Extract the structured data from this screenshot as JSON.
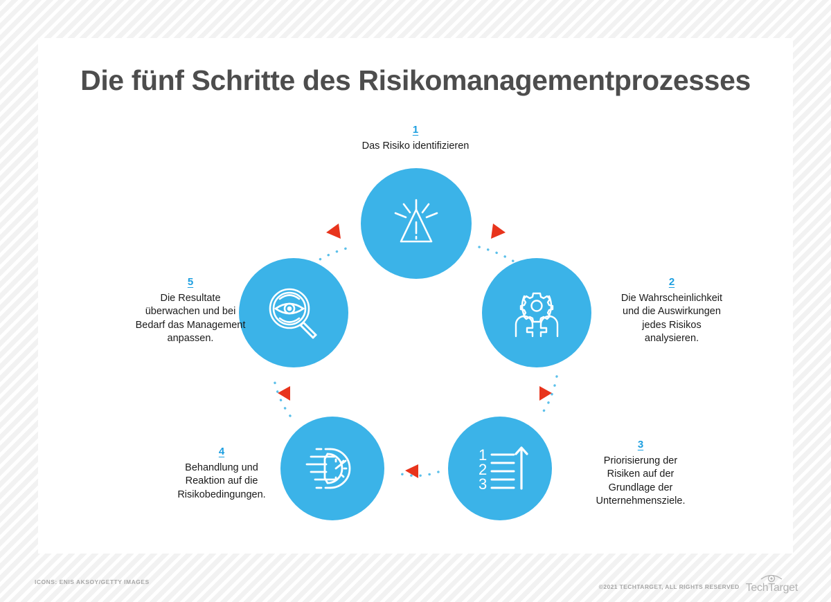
{
  "page": {
    "title": "Die fünf Schritte des Risikomanagementprozesses",
    "background_color": "#f2f2f2",
    "card_color": "#ffffff",
    "accent_color": "#3bb3e8",
    "number_color": "#1b9ee0",
    "arrow_color": "#e8341c",
    "dot_color": "#5cc0ea",
    "title_color": "#4d4d4d"
  },
  "steps": [
    {
      "number": "1",
      "text": "Das Risiko identifizieren",
      "icon": "warning-triangle-icon"
    },
    {
      "number": "2",
      "text": "Die Wahrscheinlichkeit\nund die Auswirkungen\njedes Risikos\nanalysieren.",
      "icon": "heads-with-gear-icon"
    },
    {
      "number": "3",
      "text": "Priorisierung der\nRisiken auf der\nGrundlage der\nUnternehmensziele.",
      "icon": "numbered-list-arrow-icon"
    },
    {
      "number": "4",
      "text": "Behandlung und\nReaktion auf die\nRisikobedingungen.",
      "icon": "fast-clock-icon"
    },
    {
      "number": "5",
      "text": "Die Resultate\nüberwachen und bei\nBedarf das Management\nanpassen.",
      "icon": "magnifier-eye-icon"
    }
  ],
  "footer": {
    "credit": "ICONS: ENIS AKSOY/GETTY IMAGES",
    "copyright": "©2021 TECHTARGET, ALL RIGHTS RESERVED",
    "logo_text": "TechTarget"
  }
}
